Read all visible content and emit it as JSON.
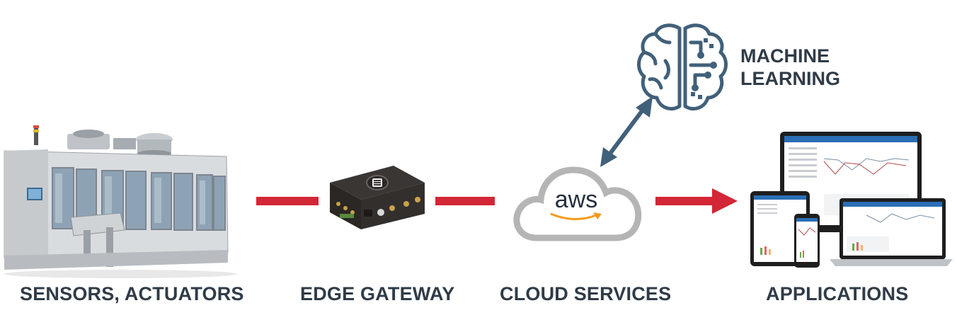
{
  "nodes": {
    "sensors": {
      "label": "SENSORS, ACTUATORS"
    },
    "gateway": {
      "label": "EDGE GATEWAY"
    },
    "cloud": {
      "label": "CLOUD SERVICES",
      "logo_text": "aws"
    },
    "applications": {
      "label": "APPLICATIONS"
    },
    "machine_learning": {
      "line1": "MACHINE",
      "line2": "LEARNING"
    }
  },
  "colors": {
    "connector": "#d32636",
    "ml_arrow": "#41607a",
    "label_text": "#2f3b47",
    "cloud_outline": "#b5b5b5",
    "aws_smile": "#f39b1c"
  }
}
